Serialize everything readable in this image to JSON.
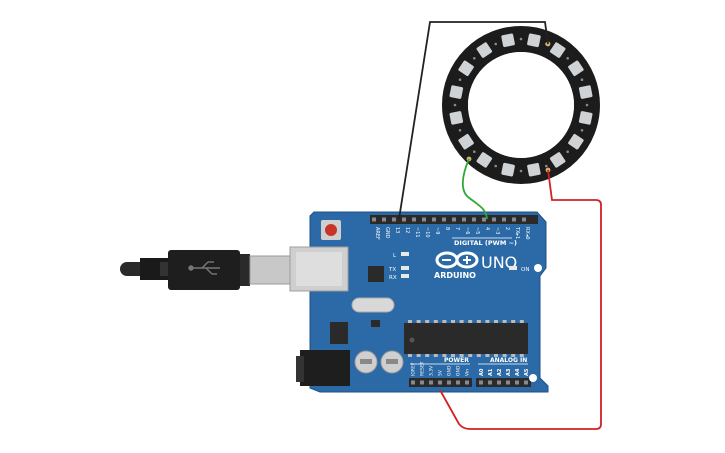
{
  "board": {
    "brand": "ARDUINO",
    "model": "UNO",
    "on_label": "ON",
    "l_label": "L",
    "tx_label": "TX",
    "rx_label": "RX",
    "digital_label": "DIGITAL (PWM ~)",
    "power_label": "POWER",
    "analog_label": "ANALOG IN",
    "digital_pins": [
      "AREF",
      "GND",
      "13",
      "12",
      "~11",
      "~10",
      "~9",
      "8",
      "7",
      "~6",
      "~5",
      "4",
      "~3",
      "2",
      "TX▸1",
      "RX◂0"
    ],
    "power_pins": [
      "IOREF",
      "RESET",
      "3.3V",
      "5V",
      "GND",
      "GND",
      "Vin"
    ],
    "analog_pins": [
      "A0",
      "A1",
      "A2",
      "A3",
      "A4",
      "A5"
    ]
  },
  "ring": {
    "led_count": 16
  },
  "wires": [
    {
      "name": "ground-wire",
      "color": "#222222"
    },
    {
      "name": "data-wire",
      "color": "#2ea836"
    },
    {
      "name": "power-wire",
      "color": "#d32020"
    }
  ],
  "colors": {
    "board": "#2b6aa6",
    "board_dark": "#1f5286",
    "header": "#2a2a2a",
    "ring": "#1c1c1c",
    "led": "#cfd3d6"
  }
}
